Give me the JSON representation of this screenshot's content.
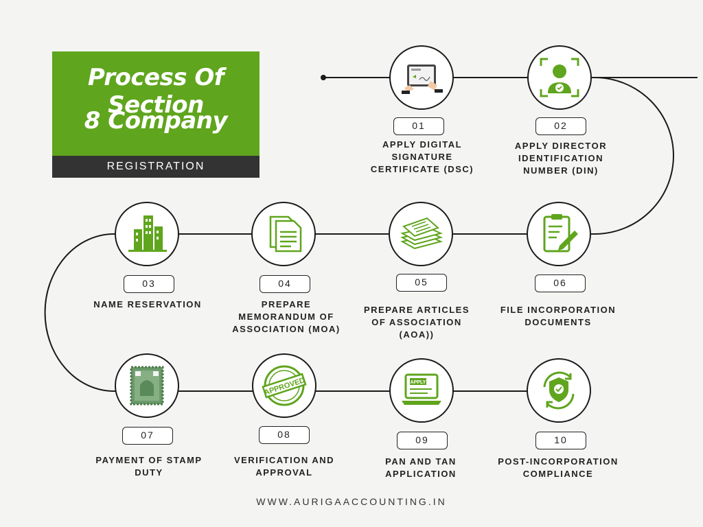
{
  "header": {
    "title_line1": "Process Of Section",
    "title_line2": "8 Company",
    "subtitle": "REGISTRATION"
  },
  "colors": {
    "accent_green": "#5fa51d",
    "dark_band": "#333333",
    "background": "#f4f4f3"
  },
  "steps": [
    {
      "number": "01",
      "label": "APPLY DIGITAL\nSIGNATURE\nCERTIFICATE (DSC)",
      "icon": "tablet-signature-icon"
    },
    {
      "number": "02",
      "label": "APPLY DIRECTOR\nIDENTIFICATION\nNUMBER (DIN)",
      "icon": "director-id-icon"
    },
    {
      "number": "03",
      "label": "NAME RESERVATION",
      "icon": "buildings-icon"
    },
    {
      "number": "04",
      "label": "PREPARE\nMEMORANDUM OF\nASSOCIATION (MOA)",
      "icon": "documents-icon"
    },
    {
      "number": "05",
      "label": "PREPARE ARTICLES\nOF ASSOCIATION\n(AOA))",
      "icon": "paper-stack-icon"
    },
    {
      "number": "06",
      "label": "FILE INCORPORATION\nDOCUMENTS",
      "icon": "clipboard-pen-icon"
    },
    {
      "number": "07",
      "label": "PAYMENT OF STAMP\nDUTY",
      "icon": "stamp-icon"
    },
    {
      "number": "08",
      "label": "VERIFICATION AND\nAPPROVAL",
      "icon": "approved-seal-icon"
    },
    {
      "number": "09",
      "label": "PAN AND TAN\nAPPLICATION",
      "icon": "apply-laptop-icon"
    },
    {
      "number": "10",
      "label": "POST-INCORPORATION\nCOMPLIANCE",
      "icon": "shield-check-icon"
    }
  ],
  "footer": {
    "website": "WWW.AURIGAACCOUNTING.IN"
  }
}
